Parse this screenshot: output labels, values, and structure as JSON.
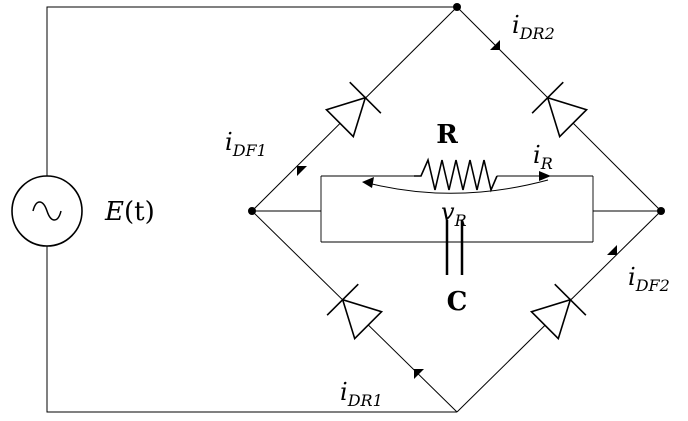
{
  "source": {
    "label_main": "E",
    "label_arg": "(t)",
    "icon": "sine-wave-icon"
  },
  "resistor": {
    "label": "R"
  },
  "capacitor": {
    "label": "C"
  },
  "currents": {
    "i_r": {
      "base": "i",
      "sub": "R"
    },
    "v_r": {
      "base": "v",
      "sub": "R"
    },
    "i_df1": {
      "base": "i",
      "sub": "DF1"
    },
    "i_df2": {
      "base": "i",
      "sub": "DF2"
    },
    "i_dr1": {
      "base": "i",
      "sub": "DR1"
    },
    "i_dr2": {
      "base": "i",
      "sub": "DR2"
    }
  }
}
